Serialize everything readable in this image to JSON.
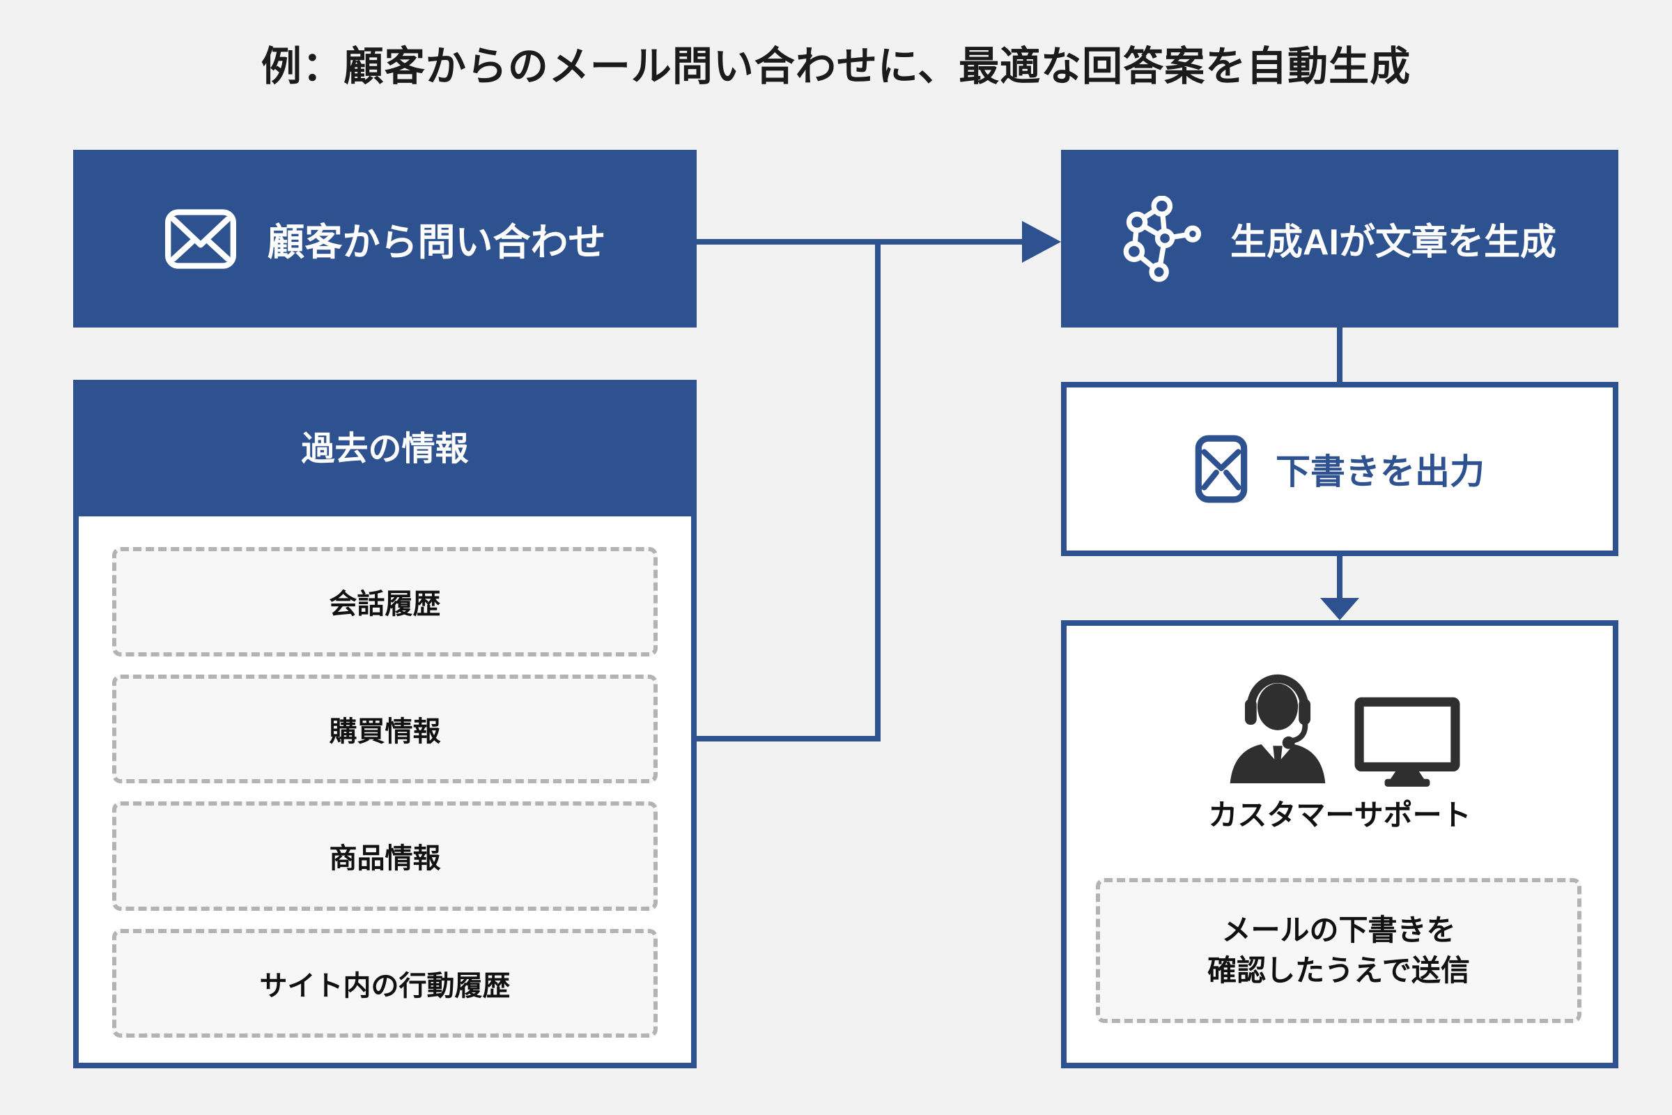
{
  "title": "例：顧客からのメール問い合わせに、最適な回答案を自動生成",
  "colors": {
    "primary_blue": "#2e5190",
    "background": "#f2f2f3",
    "dashed_border": "#b3b3b3",
    "dashed_fill": "#f7f7f8",
    "icon_dark": "#2f2f2f"
  },
  "inquiry_box": {
    "label": "顧客から問い合わせ",
    "icon": "envelope-icon"
  },
  "past_info": {
    "header": "過去の情報",
    "items": [
      "会話履歴",
      "購買情報",
      "商品情報",
      "サイト内の行動履歴"
    ]
  },
  "ai_box": {
    "label": "生成AIが文章を生成",
    "icon": "network-icon"
  },
  "draft_box": {
    "label": "下書きを出力",
    "icon": "envelope-icon"
  },
  "support_box": {
    "label": "カスタマーサポート",
    "icons": [
      "headset-agent-icon",
      "monitor-icon"
    ],
    "note": {
      "line1": "メールの下書きを",
      "line2": "確認したうえで送信"
    }
  }
}
